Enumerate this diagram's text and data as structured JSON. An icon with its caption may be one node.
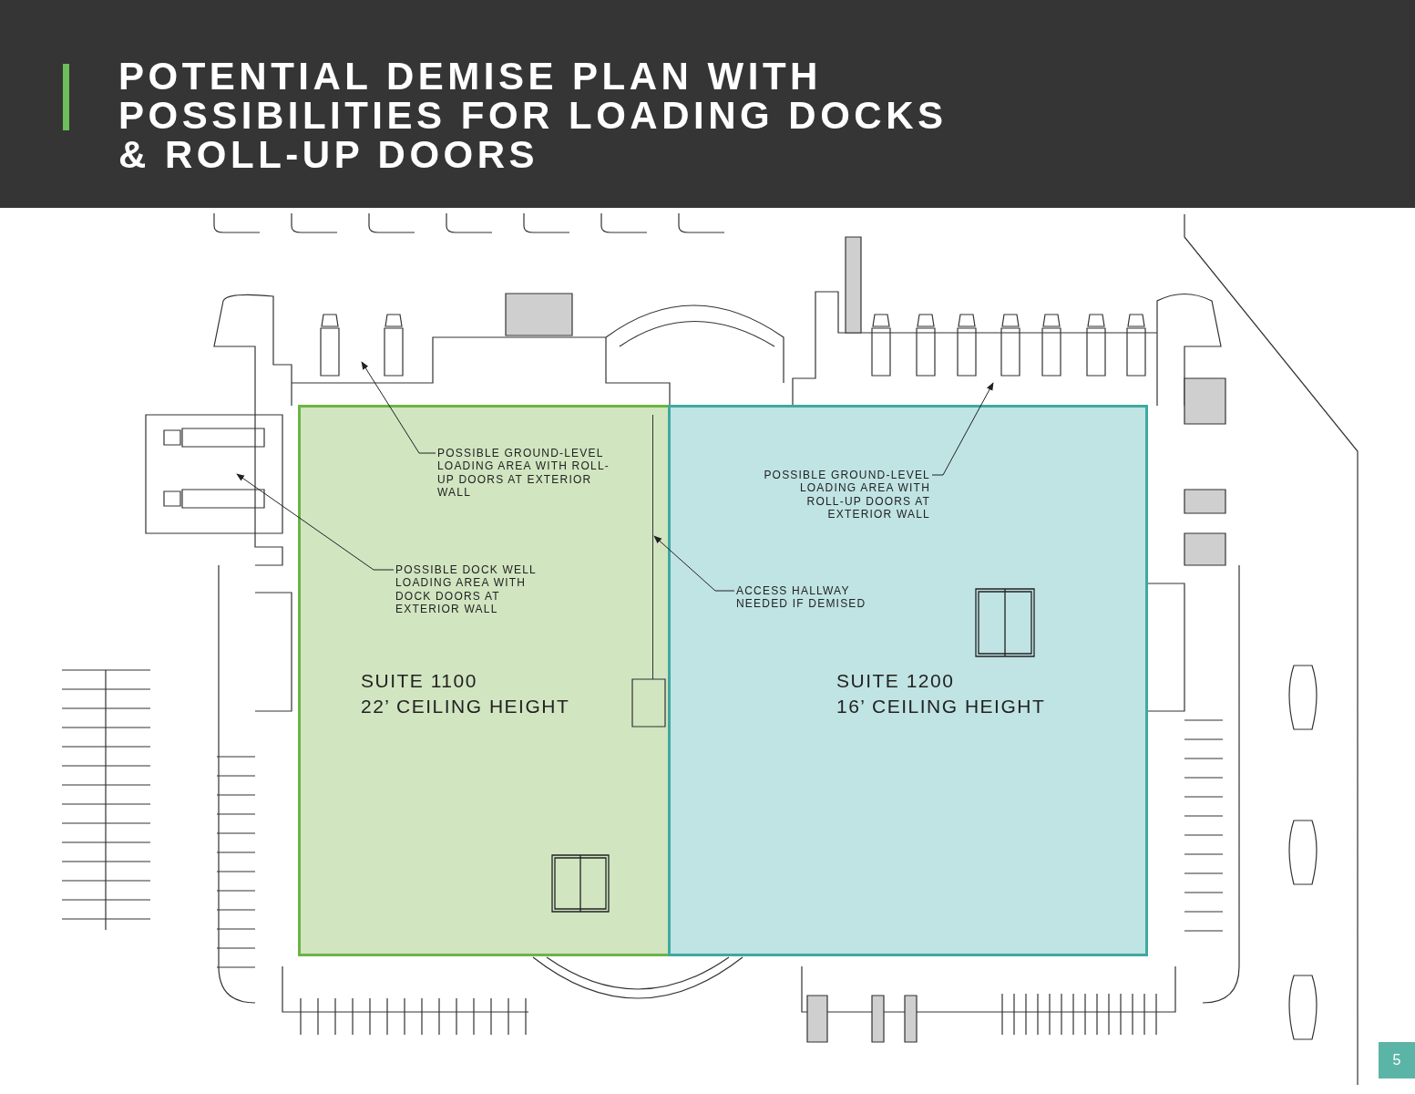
{
  "diagram": {
    "title": "POTENTIAL DEMISE PLAN WITH POSSIBILITIES FOR LOADING DOCKS & ROLL-UP DOORS",
    "nodes": [
      {
        "text": [
          "SUITE 1100",
          "22’ CEILING HEIGHT"
        ]
      },
      {
        "text": [
          "SUITE 1200",
          "16’ CEILING HEIGHT"
        ]
      },
      {
        "text": [
          "POSSIBLE GROUND-LEVEL LOADING AREA WITH ROLL-UP DOORS AT EXTERIOR WALL"
        ],
        "in": 0
      },
      {
        "text": [
          "POSSIBLE DOCK WELL LOADING AREA WITH DOCK DOORS AT EXTERIOR WALL"
        ],
        "in": 0
      },
      {
        "text": [
          "POSSIBLE GROUND-LEVEL LOADING AREA WITH ROLL-UP DOORS AT EXTERIOR WALL"
        ],
        "in": 1
      },
      {
        "text": [
          "ACCESS HALLWAY NEEDED IF DEMISED"
        ],
        "in": 1
      },
      {
        "text": [],
        "shape": "bar",
        "in": 0
      }
    ],
    "edges": [
      {
        "from": 2,
        "to": null,
        "arrow": "to"
      },
      {
        "from": 3,
        "to": null,
        "arrow": "to"
      },
      {
        "from": 4,
        "to": null,
        "arrow": "to"
      },
      {
        "from": 5,
        "to": 6,
        "arrow": "to"
      }
    ],
    "labels": [
      "5"
    ]
  }
}
